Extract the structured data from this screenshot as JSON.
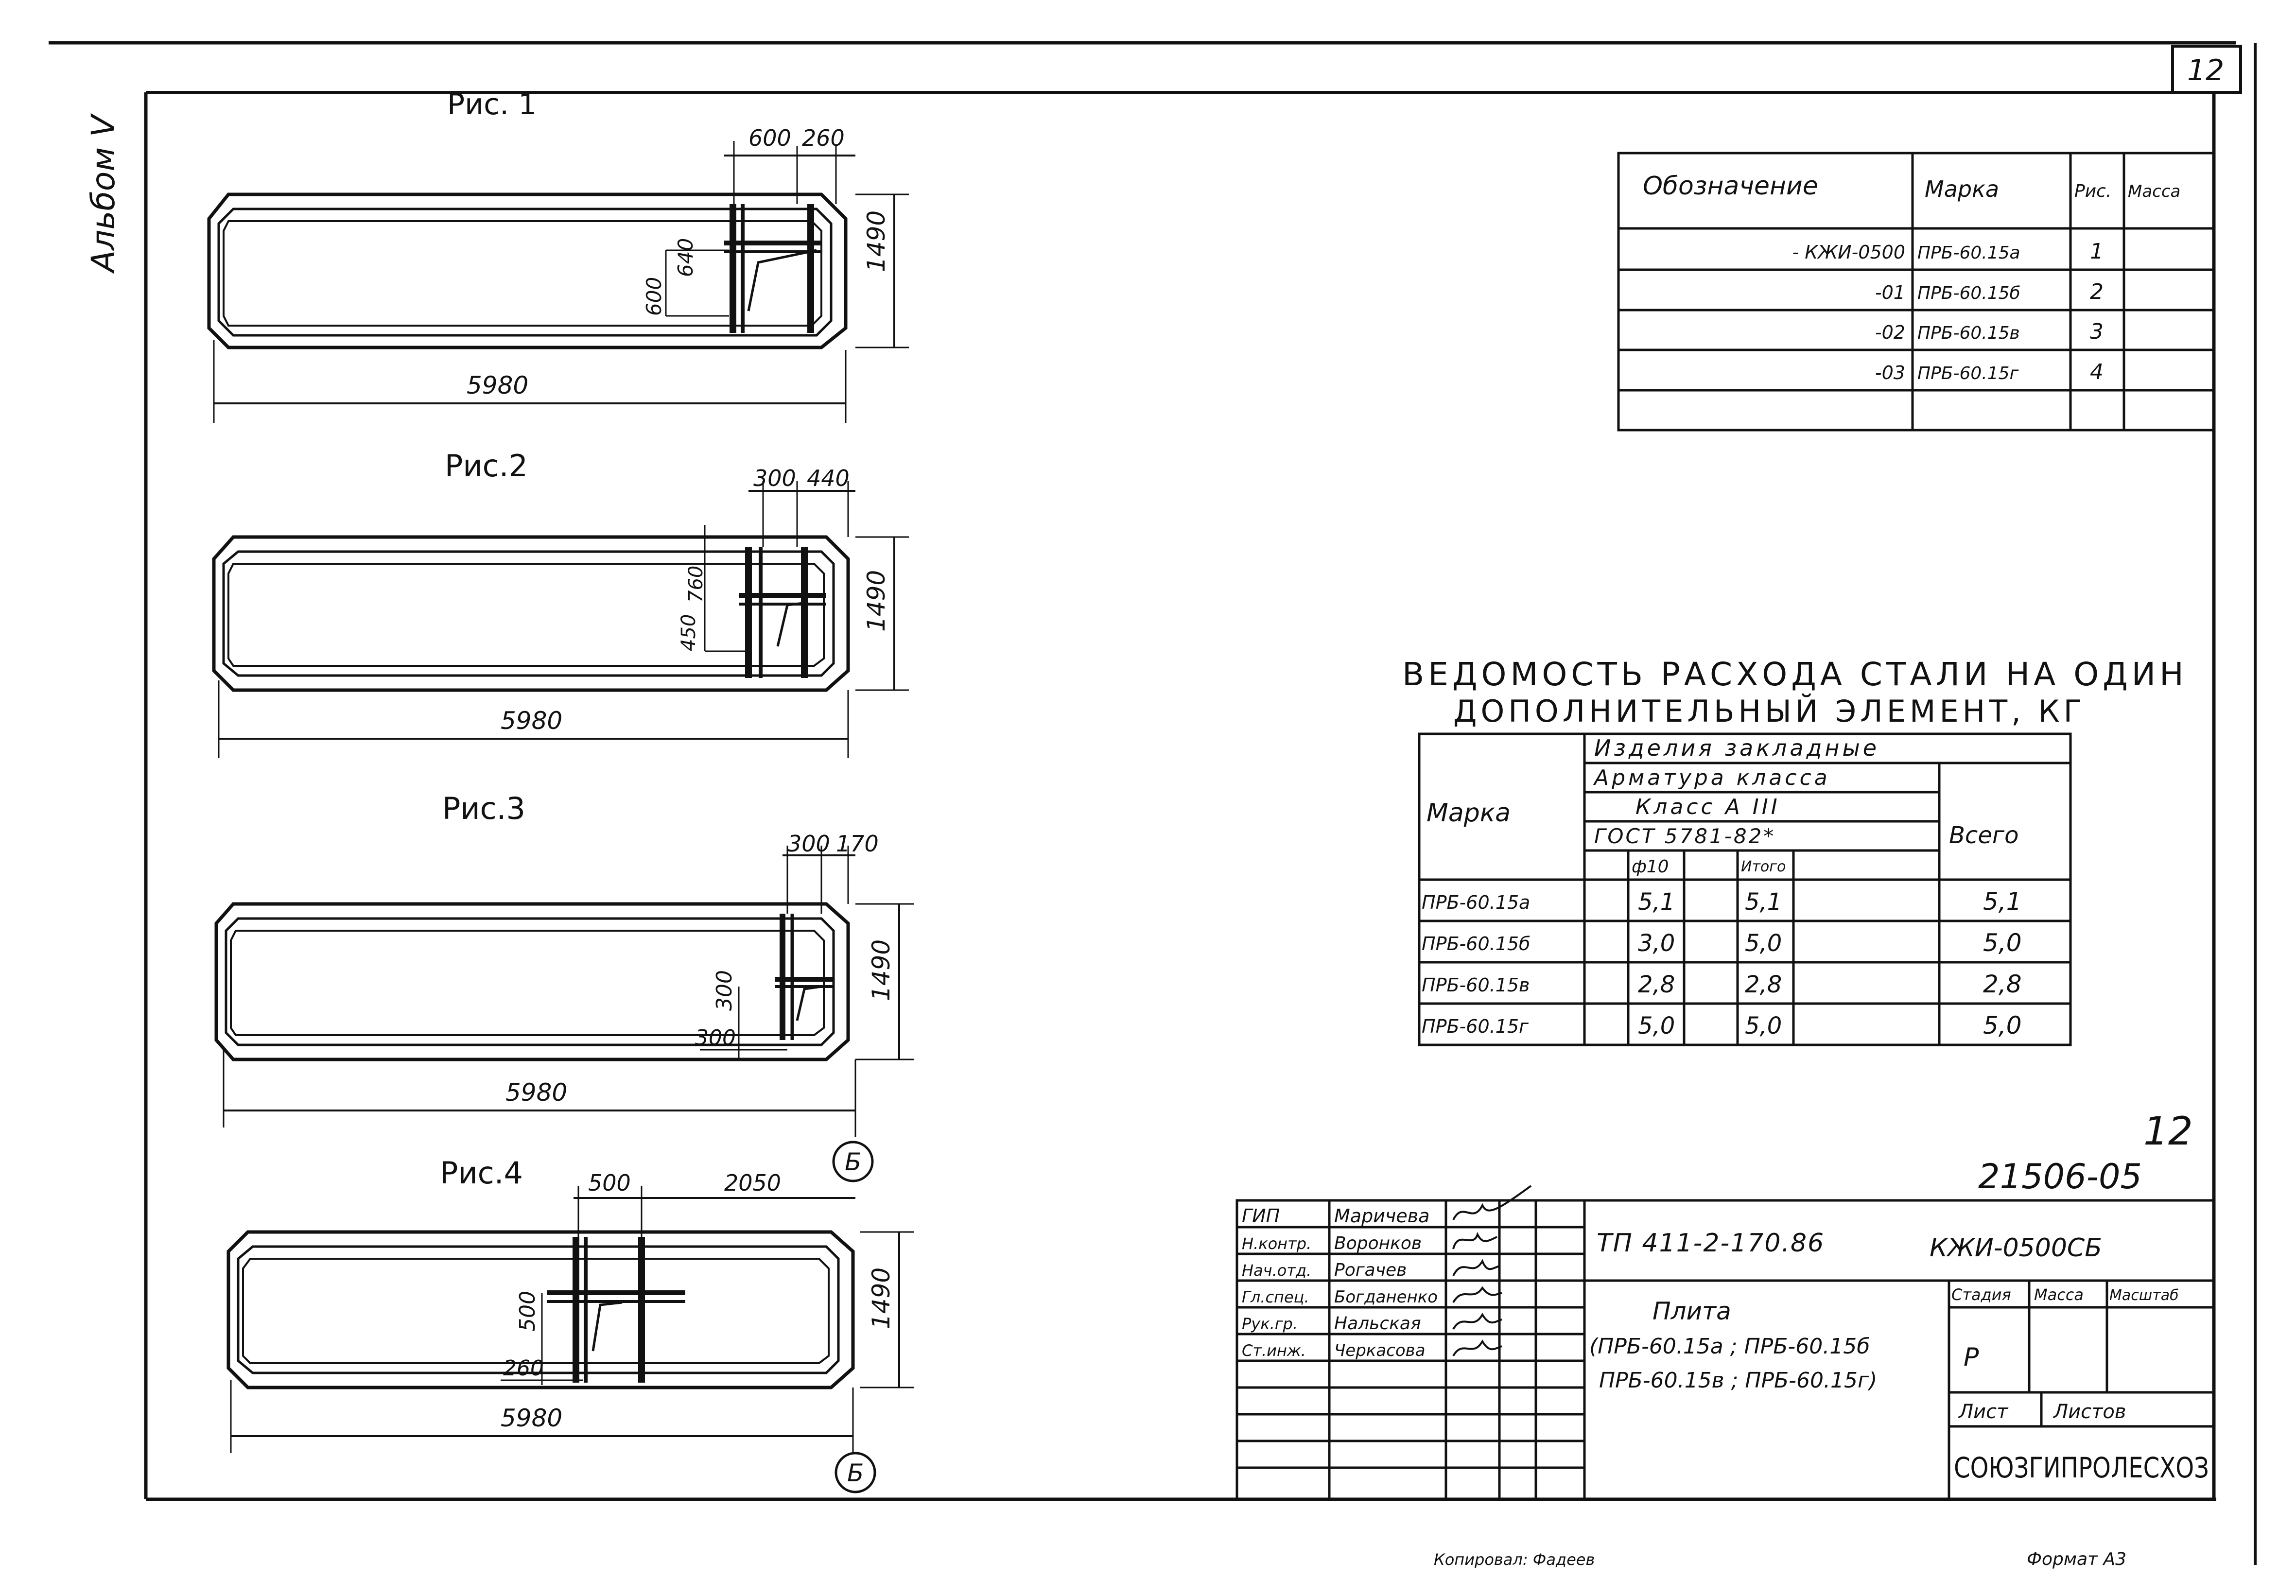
{
  "sheet": {
    "number": "12",
    "album": "Альбом V",
    "format": "Формат А3",
    "copied": "Копировал: Фадеев"
  },
  "figures": [
    {
      "caption": "Рис. 1",
      "length": "5980",
      "width": "1490",
      "dims": [
        "600",
        "260",
        "640",
        "600"
      ]
    },
    {
      "caption": "Рис.2",
      "length": "5980",
      "width": "1490",
      "dims": [
        "300",
        "440",
        "760",
        "450"
      ]
    },
    {
      "caption": "Рис.3",
      "length": "5980",
      "width": "1490",
      "dims": [
        "300",
        "170",
        "300",
        "300"
      ]
    },
    {
      "caption": "Рис.4",
      "length": "5980",
      "width": "1490",
      "dims": [
        "500",
        "2050",
        "500",
        "260"
      ]
    }
  ],
  "section_marks": [
    "Б",
    "Б"
  ],
  "spec_table": {
    "headers": [
      "Обозначение",
      "Марка",
      "Рис.",
      "Масса"
    ],
    "rows": [
      [
        "- КЖИ-0500",
        "ПРБ-60.15а",
        "1",
        ""
      ],
      [
        "-01",
        "ПРБ-60.15б",
        "2",
        ""
      ],
      [
        "-02",
        "ПРБ-60.15в",
        "3",
        ""
      ],
      [
        "-03",
        "ПРБ-60.15г",
        "4",
        ""
      ],
      [
        "",
        "",
        "",
        ""
      ]
    ]
  },
  "steel_table": {
    "title_line1": "ВЕДОМОСТЬ РАСХОДА СТАЛИ НА ОДИН",
    "title_line2": "ДОПОЛНИТЕЛЬНЫЙ ЭЛЕМЕНТ, КГ",
    "h_marka": "Марка",
    "h_izdelia": "Изделия закладные",
    "h_armatura": "Арматура класса",
    "h_klass": "Класс А III",
    "h_gost": "ГОСТ 5781-82*",
    "h_phi": "ф10",
    "h_itogo": "Итого",
    "h_vsego": "Всего",
    "rows": [
      {
        "marka": "ПРБ-60.15а",
        "phi": "5,1",
        "itogo": "5,1",
        "vsego": "5,1"
      },
      {
        "marka": "ПРБ-60.15б",
        "phi": "3,0",
        "itogo": "5,0",
        "vsego": "5,0"
      },
      {
        "marka": "ПРБ-60.15в",
        "phi": "2,8",
        "itogo": "2,8",
        "vsego": "2,8"
      },
      {
        "marka": "ПРБ-60.15г",
        "phi": "5,0",
        "itogo": "5,0",
        "vsego": "5,0"
      }
    ]
  },
  "page_num": "12",
  "doc_code": "21506-05",
  "title_block": {
    "roles": [
      {
        "role": "ГИП",
        "name": "Маричева"
      },
      {
        "role": "Н.контр.",
        "name": "Воронков"
      },
      {
        "role": "Нач.отд.",
        "name": "Рогачев"
      },
      {
        "role": "Гл.спец.",
        "name": "Богданенко"
      },
      {
        "role": "Рук.гр.",
        "name": "Нальская"
      },
      {
        "role": "Ст.инж.",
        "name": "Черкасова"
      }
    ],
    "project": "ТП 411-2-170.86",
    "code": "КЖИ-0500СБ",
    "name_line1": "Плита",
    "name_line2": "(ПРБ-60.15а ; ПРБ-60.15б",
    "name_line3": "ПРБ-60.15в ; ПРБ-60.15г)",
    "stage_label": "Стадия",
    "mass_label": "Масса",
    "scale_label": "Масштаб",
    "stage": "Р",
    "sheet_label": "Лист",
    "sheets_label": "Листов",
    "org": "СОЮЗГИПРОЛЕСХОЗ"
  }
}
